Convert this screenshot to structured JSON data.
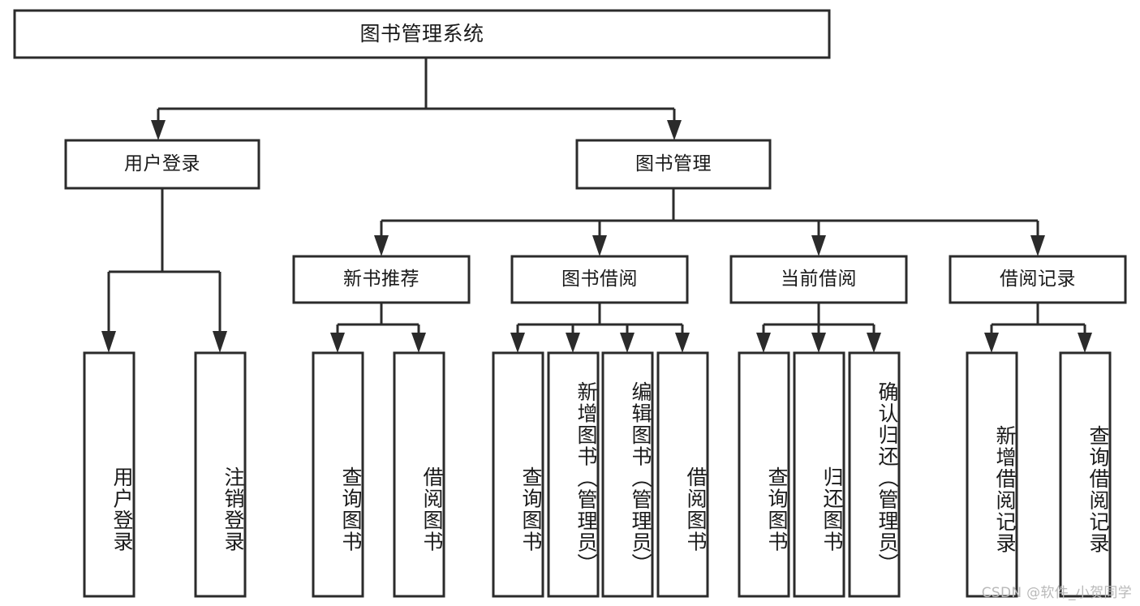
{
  "diagram": {
    "type": "hierarchy-tree",
    "title": "图书管理系统",
    "watermark": "CSDN @软件_小贺同学",
    "colors": {
      "box_stroke": "#2b2b2b",
      "box_fill": "#ffffff",
      "text": "#1a1a1a",
      "background": "#ffffff",
      "watermark": "#b9b9b9"
    },
    "root": {
      "label": "图书管理系统"
    },
    "level1": [
      {
        "id": "user-login",
        "label": "用户登录"
      },
      {
        "id": "book-management",
        "label": "图书管理"
      }
    ],
    "level2": [
      {
        "id": "new-book-recommend",
        "label": "新书推荐",
        "parent": "book-management"
      },
      {
        "id": "book-borrow",
        "label": "图书借阅",
        "parent": "book-management"
      },
      {
        "id": "current-borrow",
        "label": "当前借阅",
        "parent": "book-management"
      },
      {
        "id": "borrow-record",
        "label": "借阅记录",
        "parent": "book-management"
      }
    ],
    "leaves": {
      "user-login": [
        {
          "id": "leaf-user-login",
          "label": "用户登录"
        },
        {
          "id": "leaf-user-logout",
          "label": "注销登录"
        }
      ],
      "new-book-recommend": [
        {
          "id": "leaf-query-book-1",
          "label": "查询图书"
        },
        {
          "id": "leaf-borrow-book-1",
          "label": "借阅图书"
        }
      ],
      "book-borrow": [
        {
          "id": "leaf-query-book-2",
          "label": "查询图书"
        },
        {
          "id": "leaf-add-book",
          "label": "新增图书（管理员）"
        },
        {
          "id": "leaf-edit-book",
          "label": "编辑图书（管理员）"
        },
        {
          "id": "leaf-borrow-book-2",
          "label": "借阅图书"
        }
      ],
      "current-borrow": [
        {
          "id": "leaf-query-book-3",
          "label": "查询图书"
        },
        {
          "id": "leaf-return-book",
          "label": "归还图书"
        },
        {
          "id": "leaf-confirm-return",
          "label": "确认归还（管理员）"
        }
      ],
      "borrow-record": [
        {
          "id": "leaf-add-record",
          "label": "新增借阅记录"
        },
        {
          "id": "leaf-query-record",
          "label": "查询借阅记录"
        }
      ]
    }
  }
}
